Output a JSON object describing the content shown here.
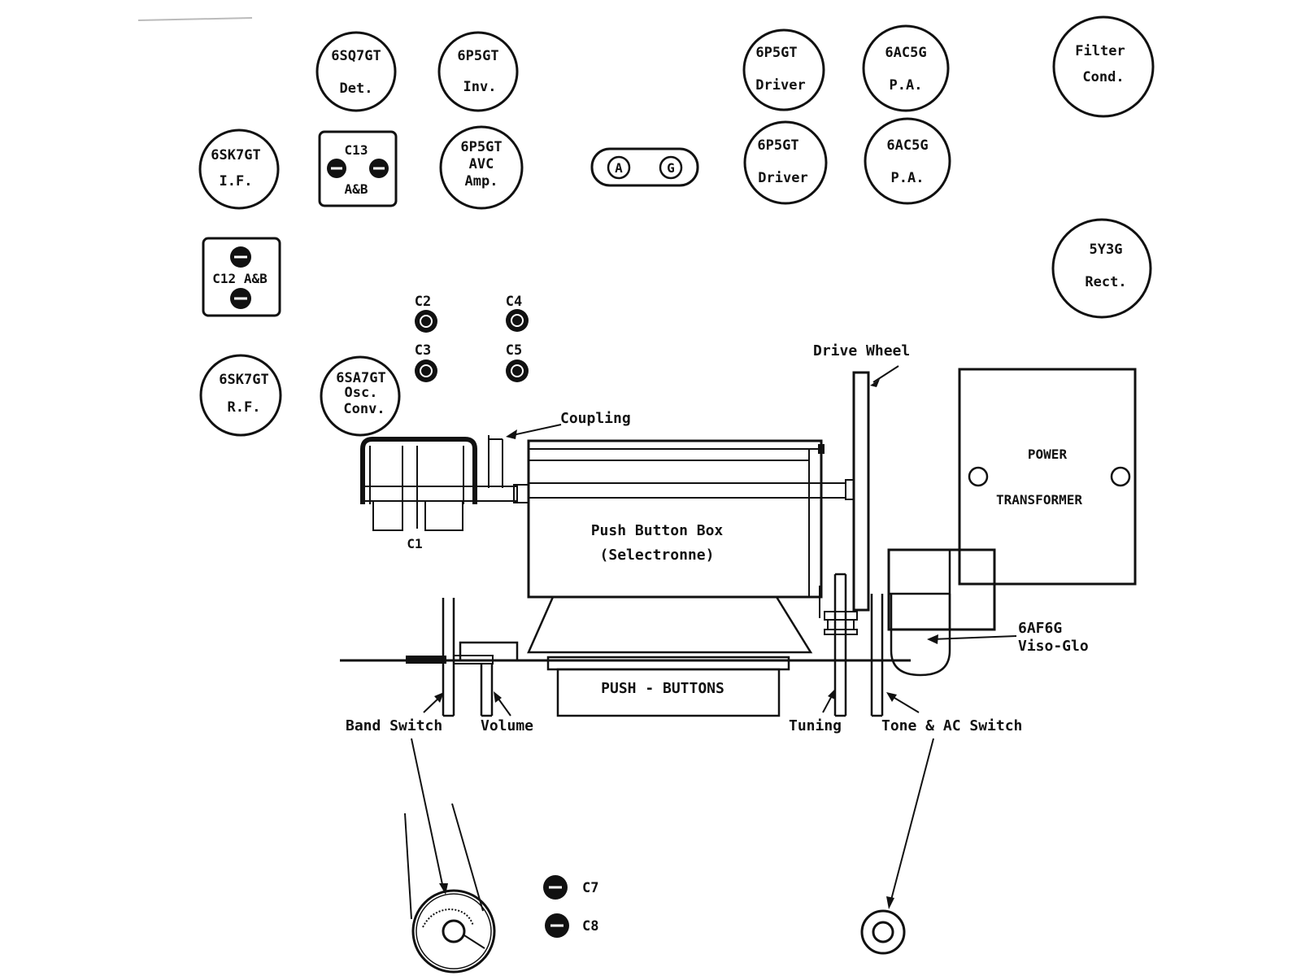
{
  "tubes": [
    {
      "id": "6sq7gt-det",
      "lines": [
        "6SQ7GT",
        "Det."
      ]
    },
    {
      "id": "6p5gt-inv",
      "lines": [
        "6P5GT",
        "Inv."
      ]
    },
    {
      "id": "6p5gt-driver-top",
      "lines": [
        "6P5GT",
        "Driver"
      ]
    },
    {
      "id": "6ac5g-pa-top",
      "lines": [
        "6AC5G",
        "P.A."
      ]
    },
    {
      "id": "filter-cond",
      "lines": [
        "Filter",
        "Cond."
      ]
    },
    {
      "id": "6sk7gt-if",
      "lines": [
        "6SK7GT",
        "I.F."
      ]
    },
    {
      "id": "6p5gt-avc",
      "lines": [
        "6P5GT",
        "AVC",
        "Amp."
      ]
    },
    {
      "id": "6p5gt-driver-bottom",
      "lines": [
        "6P5GT",
        "Driver"
      ]
    },
    {
      "id": "6ac5g-pa-bottom",
      "lines": [
        "6AC5G",
        "P.A."
      ]
    },
    {
      "id": "5y3g-rect",
      "lines": [
        "5Y3G",
        "Rect."
      ]
    },
    {
      "id": "6sk7gt-rf",
      "lines": [
        "6SK7GT",
        "R.F."
      ]
    },
    {
      "id": "6sa7gt-osc",
      "lines": [
        "6SA7GT",
        "Osc.",
        "Conv."
      ]
    }
  ],
  "capacitor_blocks": {
    "c13": {
      "top": "C13",
      "bottom": "A&B"
    },
    "c12": {
      "label": "C12 A&B"
    }
  },
  "terminal_strip": {
    "a": "A",
    "g": "G"
  },
  "trimmers": {
    "c2": "C2",
    "c4": "C4",
    "c3": "C3",
    "c5": "C5",
    "c7": "C7",
    "c8": "C8"
  },
  "gang_condenser": {
    "label": "C1"
  },
  "callouts": {
    "coupling": "Coupling",
    "drive_wheel": "Drive Wheel",
    "band_switch": "Band Switch",
    "volume": "Volume",
    "tuning": "Tuning",
    "tone_ac_switch": "Tone & AC Switch",
    "viso_glo_tube": "6AF6G",
    "viso_glo_name": "Viso-Glo"
  },
  "push_button_box": {
    "line1": "Push Button Box",
    "line2": "(Selectronne)"
  },
  "push_buttons": {
    "label": "PUSH - BUTTONS"
  },
  "power_transformer": {
    "line1": "POWER",
    "line2": "TRANSFORMER"
  }
}
